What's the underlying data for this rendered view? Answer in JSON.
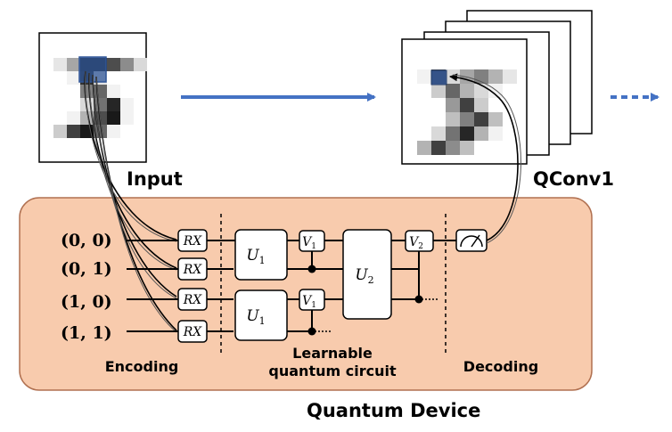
{
  "labels": {
    "input": "Input",
    "qconv": "QConv1",
    "device": "Quantum Device",
    "encoding": "Encoding",
    "learnable_line1": "Learnable",
    "learnable_line2": "quantum circuit",
    "decoding": "Decoding"
  },
  "qubits": [
    "(0, 0)",
    "(0, 1)",
    "(1, 0)",
    "(1, 1)"
  ],
  "gates": {
    "rx": "RX",
    "u1": "U",
    "u1_sub": "1",
    "u2": "U",
    "u2_sub": "2",
    "v1": "V",
    "v1_sub": "1",
    "v2": "V",
    "v2_sub": "2"
  },
  "colors": {
    "device_fill": "#f8cbad",
    "device_stroke": "#b07050",
    "arrow": "#4472c4",
    "highlight": "#2f5597"
  },
  "input_image": {
    "grid": [
      [
        0.0,
        0.0,
        0.0,
        0.0,
        0.0,
        0.0,
        0.0
      ],
      [
        0.1,
        0.35,
        0.85,
        0.85,
        0.7,
        0.45,
        0.15
      ],
      [
        0.0,
        0.05,
        0.8,
        0.1,
        0.0,
        0.0,
        0.0
      ],
      [
        0.0,
        0.0,
        0.5,
        0.6,
        0.05,
        0.0,
        0.0
      ],
      [
        0.0,
        0.0,
        0.15,
        0.55,
        0.85,
        0.05,
        0.0
      ],
      [
        0.0,
        0.05,
        0.3,
        0.7,
        0.9,
        0.05,
        0.0
      ],
      [
        0.2,
        0.75,
        0.9,
        0.6,
        0.05,
        0.0,
        0.0
      ],
      [
        0.0,
        0.0,
        0.0,
        0.0,
        0.0,
        0.0,
        0.0
      ]
    ]
  },
  "feature_map": {
    "grid": [
      [
        0.0,
        0.0,
        0.0,
        0.0,
        0.0,
        0.0,
        0.0
      ],
      [
        0.05,
        0.7,
        0.15,
        0.35,
        0.5,
        0.3,
        0.1
      ],
      [
        0.0,
        0.2,
        0.6,
        0.3,
        0.15,
        0.05,
        0.0
      ],
      [
        0.0,
        0.0,
        0.4,
        0.75,
        0.2,
        0.0,
        0.0
      ],
      [
        0.0,
        0.0,
        0.25,
        0.5,
        0.75,
        0.25,
        0.0
      ],
      [
        0.0,
        0.15,
        0.55,
        0.85,
        0.3,
        0.05,
        0.0
      ],
      [
        0.3,
        0.75,
        0.45,
        0.25,
        0.0,
        0.0,
        0.0
      ],
      [
        0.0,
        0.0,
        0.0,
        0.0,
        0.0,
        0.0,
        0.0
      ]
    ]
  }
}
